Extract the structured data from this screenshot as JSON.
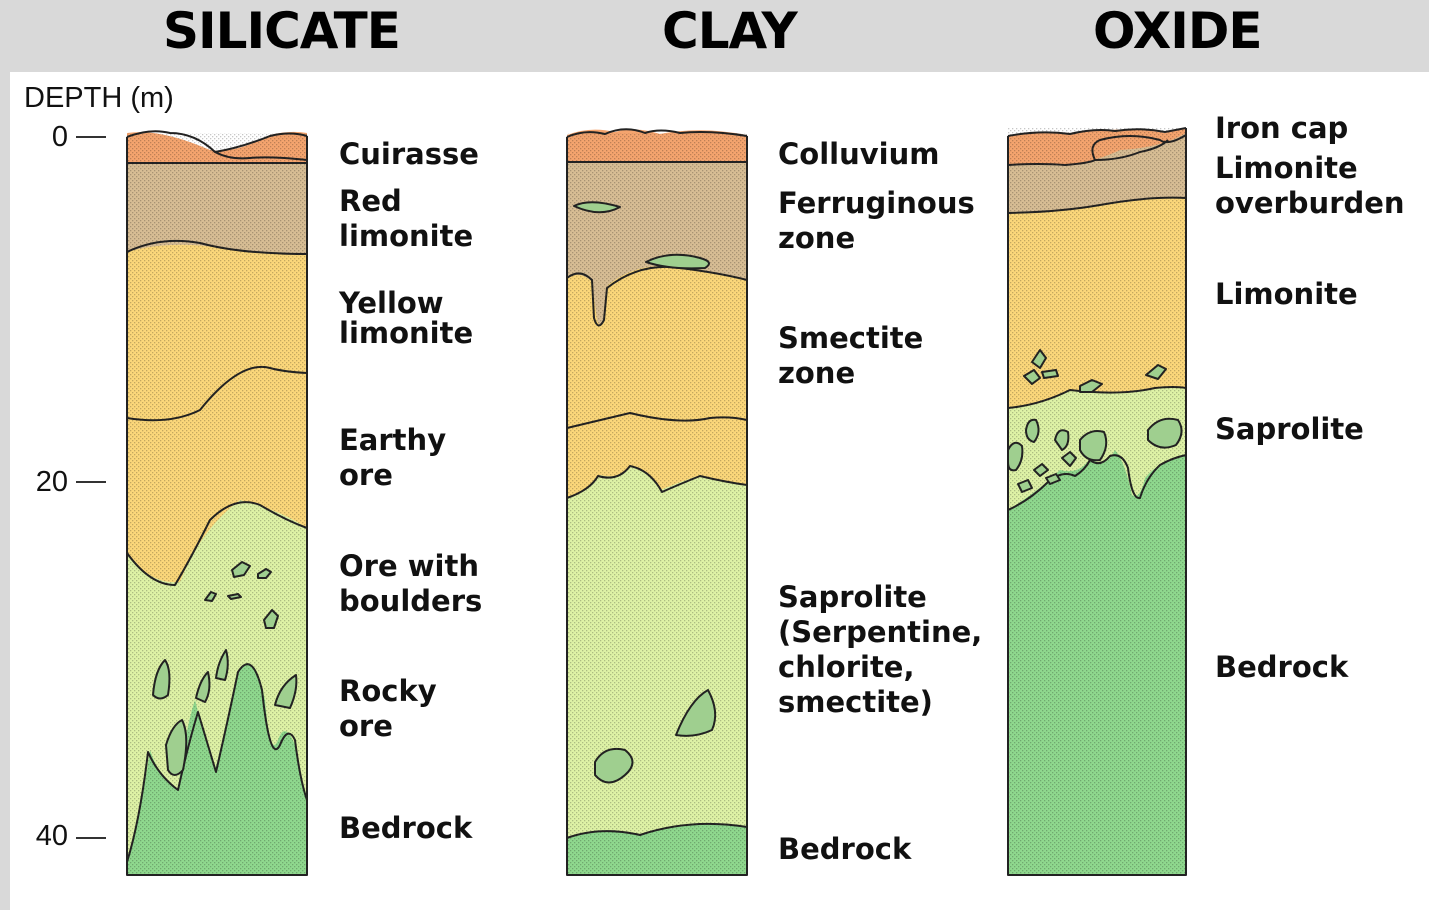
{
  "columns": {
    "silicate": {
      "title": "SILICATE",
      "layers": [
        "Cuirasse",
        "Red\nlimonite",
        "Yellow\nlimonite",
        "Earthy\nore",
        "Ore with\nboulders",
        "Rocky\nore",
        "Bedrock"
      ]
    },
    "clay": {
      "title": "CLAY",
      "layers": [
        "Colluvium",
        "Ferruginous\nzone",
        "Smectite\nzone",
        "Saprolite\n(Serpentine,\nchlorite,\nsmectite)",
        "Bedrock"
      ]
    },
    "oxide": {
      "title": "OXIDE",
      "layers": [
        "Iron cap",
        "Limonite\noverburden",
        "Limonite",
        "Saprolite",
        "Bedrock"
      ]
    }
  },
  "depth_axis": {
    "label": "DEPTH  (m)",
    "ticks": [
      "0",
      "20",
      "40"
    ]
  },
  "colors": {
    "header_bg": "#d9d9d9",
    "cuirasse": "#f4a46e",
    "red_limonite": "#d7bd94",
    "yellow_limonite": "#fbd77a",
    "saprolite": "#def2a6",
    "bedrock": "#8fd88e",
    "boulder": "#9fcf8f"
  }
}
